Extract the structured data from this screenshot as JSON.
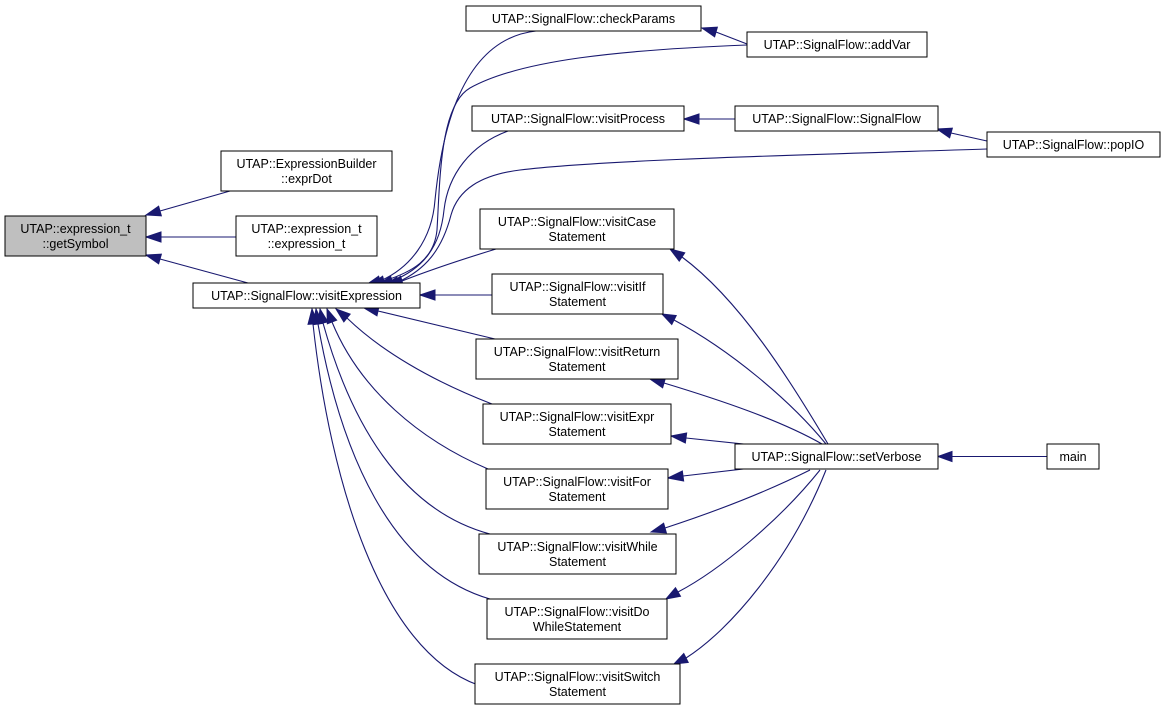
{
  "diagram": {
    "type": "call-graph",
    "edge_color": "#191970",
    "root_fill": "#bfbfbf",
    "nodes": [
      {
        "id": "getSymbol",
        "lines": [
          "UTAP::expression_t",
          "::getSymbol"
        ],
        "root": true
      },
      {
        "id": "exprDot",
        "lines": [
          "UTAP::ExpressionBuilder",
          "::exprDot"
        ]
      },
      {
        "id": "exprCtor",
        "lines": [
          "UTAP::expression_t",
          "::expression_t"
        ]
      },
      {
        "id": "visitExpression",
        "lines": [
          "UTAP::SignalFlow::visitExpression"
        ]
      },
      {
        "id": "checkParams",
        "lines": [
          "UTAP::SignalFlow::checkParams"
        ]
      },
      {
        "id": "addVar",
        "lines": [
          "UTAP::SignalFlow::addVar"
        ]
      },
      {
        "id": "visitProcess",
        "lines": [
          "UTAP::SignalFlow::visitProcess"
        ]
      },
      {
        "id": "signalFlowCtor",
        "lines": [
          "UTAP::SignalFlow::SignalFlow"
        ]
      },
      {
        "id": "popIO",
        "lines": [
          "UTAP::SignalFlow::popIO"
        ]
      },
      {
        "id": "visitCase",
        "lines": [
          "UTAP::SignalFlow::visitCase",
          "Statement"
        ]
      },
      {
        "id": "visitIf",
        "lines": [
          "UTAP::SignalFlow::visitIf",
          "Statement"
        ]
      },
      {
        "id": "visitReturn",
        "lines": [
          "UTAP::SignalFlow::visitReturn",
          "Statement"
        ]
      },
      {
        "id": "visitExpr",
        "lines": [
          "UTAP::SignalFlow::visitExpr",
          "Statement"
        ]
      },
      {
        "id": "visitFor",
        "lines": [
          "UTAP::SignalFlow::visitFor",
          "Statement"
        ]
      },
      {
        "id": "visitWhile",
        "lines": [
          "UTAP::SignalFlow::visitWhile",
          "Statement"
        ]
      },
      {
        "id": "visitDoWhile",
        "lines": [
          "UTAP::SignalFlow::visitDo",
          "WhileStatement"
        ]
      },
      {
        "id": "visitSwitch",
        "lines": [
          "UTAP::SignalFlow::visitSwitch",
          "Statement"
        ]
      },
      {
        "id": "setVerbose",
        "lines": [
          "UTAP::SignalFlow::setVerbose"
        ]
      },
      {
        "id": "main",
        "lines": [
          "main"
        ]
      }
    ],
    "edges": [
      {
        "caller": "exprDot",
        "callee": "getSymbol"
      },
      {
        "caller": "exprCtor",
        "callee": "getSymbol"
      },
      {
        "caller": "visitExpression",
        "callee": "getSymbol"
      },
      {
        "caller": "checkParams",
        "callee": "visitExpression"
      },
      {
        "caller": "addVar",
        "callee": "visitExpression"
      },
      {
        "caller": "visitProcess",
        "callee": "visitExpression"
      },
      {
        "caller": "popIO",
        "callee": "visitExpression"
      },
      {
        "caller": "visitCase",
        "callee": "visitExpression"
      },
      {
        "caller": "visitIf",
        "callee": "visitExpression"
      },
      {
        "caller": "visitReturn",
        "callee": "visitExpression"
      },
      {
        "caller": "visitExpr",
        "callee": "visitExpression"
      },
      {
        "caller": "visitFor",
        "callee": "visitExpression"
      },
      {
        "caller": "visitWhile",
        "callee": "visitExpression"
      },
      {
        "caller": "visitDoWhile",
        "callee": "visitExpression"
      },
      {
        "caller": "visitSwitch",
        "callee": "visitExpression"
      },
      {
        "caller": "addVar",
        "callee": "checkParams"
      },
      {
        "caller": "signalFlowCtor",
        "callee": "visitProcess"
      },
      {
        "caller": "popIO",
        "callee": "signalFlowCtor"
      },
      {
        "caller": "setVerbose",
        "callee": "visitCase"
      },
      {
        "caller": "setVerbose",
        "callee": "visitIf"
      },
      {
        "caller": "setVerbose",
        "callee": "visitReturn"
      },
      {
        "caller": "setVerbose",
        "callee": "visitExpr"
      },
      {
        "caller": "setVerbose",
        "callee": "visitFor"
      },
      {
        "caller": "setVerbose",
        "callee": "visitWhile"
      },
      {
        "caller": "setVerbose",
        "callee": "visitDoWhile"
      },
      {
        "caller": "setVerbose",
        "callee": "visitSwitch"
      },
      {
        "caller": "main",
        "callee": "setVerbose"
      }
    ]
  }
}
